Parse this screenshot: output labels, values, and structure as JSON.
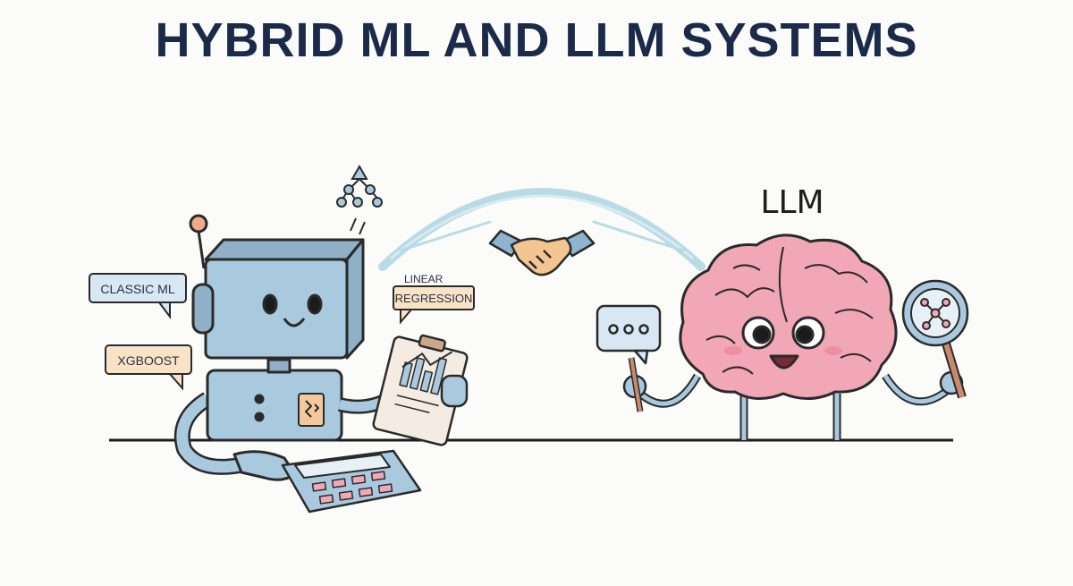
{
  "title": "HYBRID ML AND LLM SYSTEMS",
  "labels": {
    "classic_ml": "CLASSIC ML",
    "xgboost": "XGBOOST",
    "linear": "LINEAR",
    "regression": "REGRESSION",
    "llm": "LLM"
  },
  "colors": {
    "title": "#1c2a4a",
    "robot_body": "#a9c9de",
    "brain": "#f2a7b6",
    "bubble_blue": "#d7e8f4",
    "bubble_orange": "#f9e3c7",
    "bridge": "#b9dbe6",
    "handshake": "#f3c590"
  },
  "icons": [
    "network-icon",
    "handshake-icon",
    "chat-bubble-icon",
    "magnifier-network-icon",
    "chart-clipboard-icon",
    "calculator-icon"
  ]
}
